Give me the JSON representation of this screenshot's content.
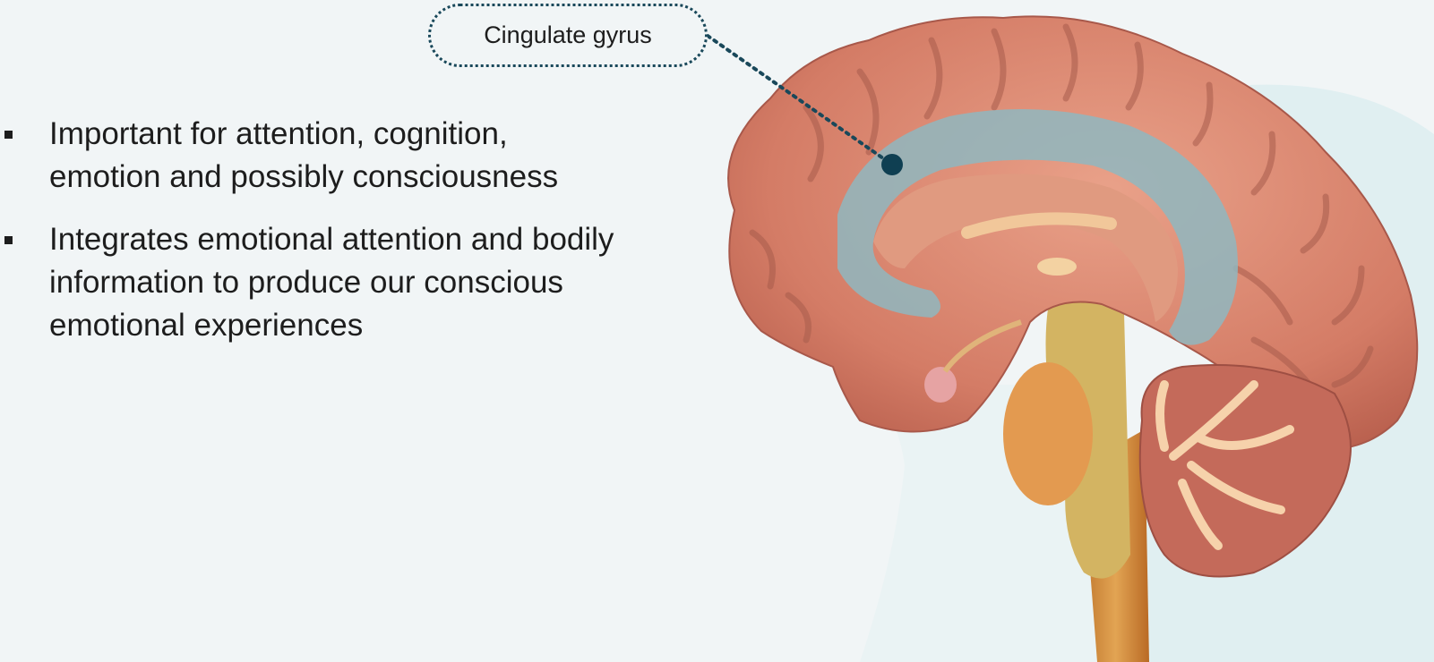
{
  "callout": {
    "label": "Cingulate gyrus"
  },
  "bullets": [
    "Important for attention, cognition, emotion and possibly consciousness",
    "Integrates emotional attention and bodily information to produce our conscious emotional experiences"
  ],
  "colors": {
    "background": "#f1f5f6",
    "cortex": "#d8806a",
    "cingulate_highlight": "#8fb7bf",
    "brainstem": "#d9b25a",
    "pons": "#e39a50",
    "cerebellum": "#f3c9a0",
    "callout_border": "#19485a"
  }
}
